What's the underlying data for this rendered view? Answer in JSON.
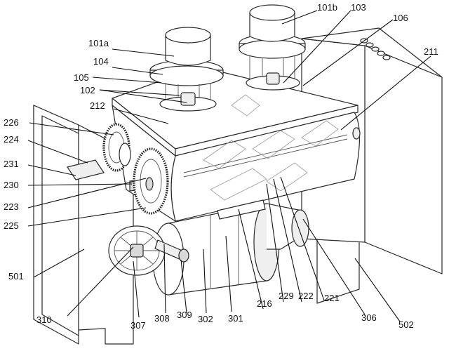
{
  "labels": {
    "l101a": "101a",
    "l101b": "101b",
    "l103": "103",
    "l106": "106",
    "l104": "104",
    "l105": "105",
    "l102": "102",
    "l211": "211",
    "l212": "212",
    "l226": "226",
    "l224": "224",
    "l231": "231",
    "l230": "230",
    "l223": "223",
    "l225": "225",
    "l501": "501",
    "l310": "310",
    "l307": "307",
    "l308": "308",
    "l309": "309",
    "l302": "302",
    "l301": "301",
    "l216": "216",
    "l229": "229",
    "l222": "222",
    "l221": "221",
    "l306": "306",
    "l502": "502"
  }
}
